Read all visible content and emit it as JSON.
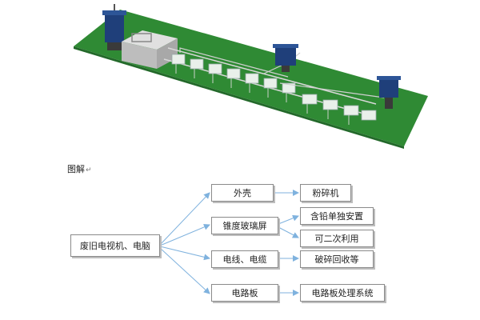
{
  "title": "图解",
  "paragraph_mark": "↵",
  "nodes": {
    "source": "废旧电视机、电脑",
    "shell": "外壳",
    "crt_glass": "锥度玻璃屏",
    "wires": "电线、电缆",
    "circuit_board": "电路板",
    "shredder": "粉碎机",
    "lead_safe": "含铅单独安置",
    "reuse": "可二次利用",
    "crush_recycle": "破碎回收等",
    "board_system": "电路板处理系统"
  },
  "colors": {
    "arrow": "#7fb2de",
    "floor": "#2f8a34",
    "machine": "#c7c7c7",
    "collector": "#1f3f7a"
  },
  "icons": [
    "process-flow-arrow",
    "dust-collector",
    "conveyor-line",
    "workstation"
  ]
}
